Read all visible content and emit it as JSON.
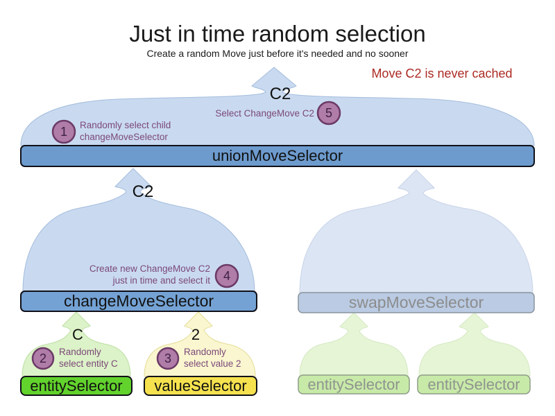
{
  "title": "Just in time random selection",
  "subtitle": "Create a random Move just before it's needed and no sooner",
  "note": "Move C2 is never cached",
  "selectors": {
    "union": "unionMoveSelector",
    "change": "changeMoveSelector",
    "swap": "swapMoveSelector",
    "entity": "entitySelector",
    "value": "valueSelector",
    "entity_faded_left": "entitySelector",
    "entity_faded_right": "entitySelector"
  },
  "move_labels": {
    "union_output": "C2",
    "change_output": "C2",
    "entity_output": "C",
    "value_output": "2"
  },
  "steps": [
    {
      "num": "1",
      "lines": [
        "Randomly select child",
        "changeMoveSelector"
      ]
    },
    {
      "num": "2",
      "lines": [
        "Randomly",
        "select entity C"
      ]
    },
    {
      "num": "3",
      "lines": [
        "Randomly",
        "select value 2"
      ]
    },
    {
      "num": "4",
      "lines": [
        "Create new ChangeMove C2",
        "just in time and select it"
      ]
    },
    {
      "num": "5",
      "lines": [
        "Select ChangeMove C2"
      ]
    }
  ],
  "colors": {
    "note_red": "#ab2a23",
    "blue_bar": "#6d9bce",
    "blue_bar_change": "#74a2d4",
    "faded_blue_bar": "#bacbe3",
    "green_bar": "#62d32c",
    "yellow_bar": "#f6e24e",
    "faded_green_bar": "#c8eaa8",
    "step_badge": "#b07ca8"
  }
}
